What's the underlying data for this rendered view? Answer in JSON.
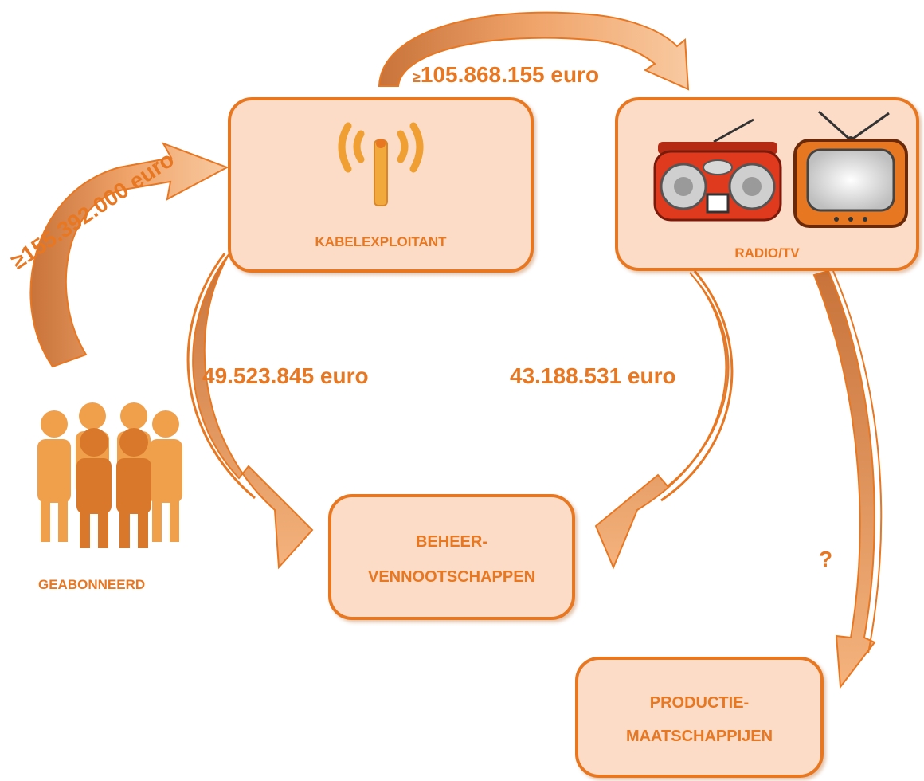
{
  "colors": {
    "accent": "#e87722",
    "box_fill": "#fcdcc6",
    "arrow_fill": "#f5b37d",
    "arrow_dark": "#c8733a",
    "radio_red": "#e03a1e",
    "tv_orange": "#e87722"
  },
  "nodes": {
    "cable_operator": {
      "label": "KABELEXPLOITANT",
      "icon": "antenna-icon"
    },
    "radio_tv": {
      "label": "RADIO/TV",
      "icons": [
        "radio-icon",
        "tv-icon"
      ]
    },
    "management_companies": {
      "line1": "BEHEER-",
      "line2": "VENNOOTSCHAPPEN"
    },
    "production_companies": {
      "line1": "PRODUCTIE-",
      "line2": "MAATSCHAPPIJEN"
    },
    "subscribers": {
      "label": "GEABONNEERD",
      "icon": "people-icon"
    }
  },
  "flows": {
    "subscribers_to_cable": "≥155.392.000 euro",
    "cable_to_radio": "105.868.155 euro",
    "cable_to_radio_prefix": "≥",
    "cable_to_management": "49.523.845 euro",
    "radio_to_management": "43.188.531 euro",
    "radio_to_production": "?"
  }
}
